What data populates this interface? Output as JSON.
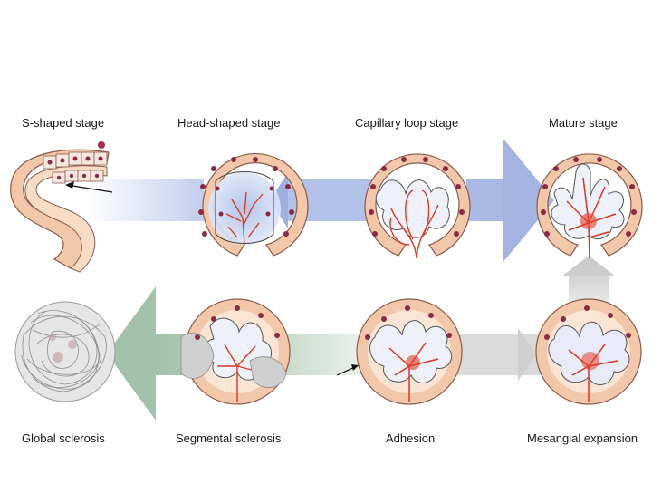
{
  "top_row": {
    "labels": [
      "S-shaped stage",
      "Head-shaped stage",
      "Capillary loop stage",
      "Mature stage"
    ]
  },
  "bottom_row": {
    "labels": [
      "Global sclerosis",
      "Segmental sclerosis",
      "Adhesion",
      "Mesangial expansion"
    ]
  },
  "colors": {
    "background": "#ffffff",
    "capsule_fill": "#f6d2b6",
    "capsule_stroke": "#8a5a4a",
    "cell_fill": "#f7e7e1",
    "nucleus": "#8a2a45",
    "capillary": "#e2402a",
    "mesangium": "#b9c8ea",
    "arrow_blue": "#9fb1df",
    "arrow_green": "#a9c7b1",
    "arrow_gray": "#d2d2d2",
    "sclerosis_gray": "#9a9a9a"
  }
}
